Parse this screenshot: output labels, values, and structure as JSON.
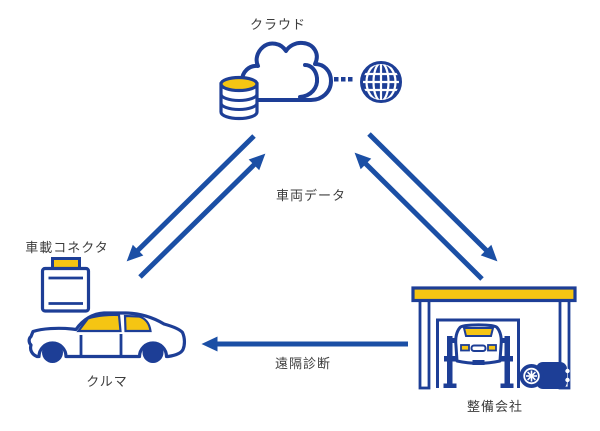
{
  "diagram": {
    "background": "#ffffff",
    "colors": {
      "icon_blue": "#1d3e96",
      "arrow_blue": "#1b4fa5",
      "accent_yellow": "#f5c513",
      "label_text": "#3d3d3d"
    },
    "nodes": {
      "cloud": {
        "label": "クラウド",
        "icon": "cloud-database-globe-icon"
      },
      "connector": {
        "label": "車載コネクタ",
        "icon": "obd-connector-icon"
      },
      "car": {
        "label": "クルマ",
        "icon": "car-side-icon"
      },
      "garage": {
        "label": "整備会社",
        "icon": "service-garage-icon"
      }
    },
    "edges": [
      {
        "from": "car",
        "to": "cloud",
        "style": "double-arrow",
        "label": "車両データ"
      },
      {
        "from": "garage",
        "to": "cloud",
        "style": "double-arrow",
        "label": ""
      },
      {
        "from": "garage",
        "to": "car",
        "style": "single-arrow",
        "label": "遠隔診断"
      }
    ]
  }
}
